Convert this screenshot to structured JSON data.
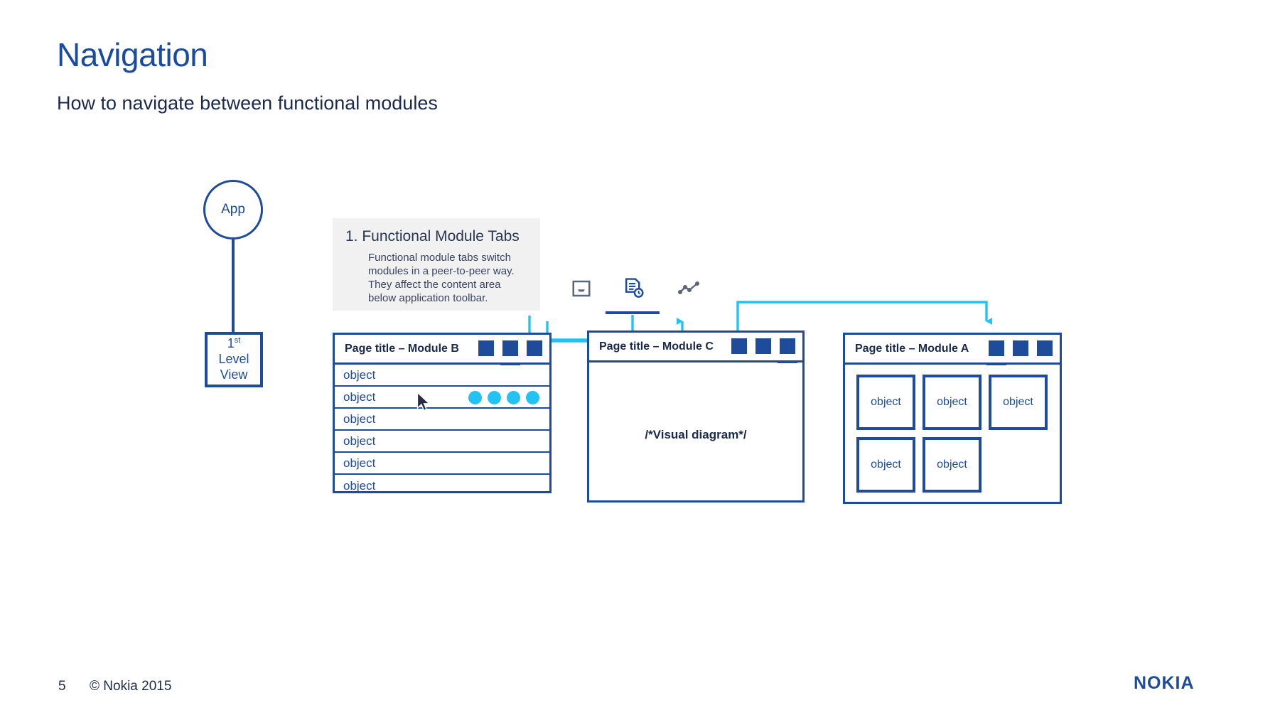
{
  "slide": {
    "title": "Navigation",
    "subtitle": "How to navigate between functional modules",
    "title_color": "#1a4ba0",
    "accent_color": "#1f4b9b",
    "highlight_color": "#22c3f3"
  },
  "hierarchy": {
    "app_node_label": "App",
    "level_box": {
      "ordinal": "1",
      "ordinal_suffix": "st",
      "line2": "Level",
      "line3": "View"
    }
  },
  "callout": {
    "title": "1. Functional Module Tabs",
    "body": "Functional module tabs switch modules in a peer-to-peer way. They affect the content area below application toolbar."
  },
  "toolbar": {
    "tabs": [
      {
        "icon": "inbox-tray-icon",
        "selected": false,
        "color": "#5c6579"
      },
      {
        "icon": "document-clock-icon",
        "selected": true,
        "color": "#1f4b9b"
      },
      {
        "icon": "trend-line-icon",
        "selected": false,
        "color": "#5c6579"
      }
    ]
  },
  "windows": [
    {
      "id": "module-b",
      "title": "Page title – Module B",
      "selected_square_index": 1,
      "square_count": 3,
      "layout": "list",
      "rows": [
        {
          "label": "object",
          "dots": 0
        },
        {
          "label": "object",
          "dots": 4
        },
        {
          "label": "object",
          "dots": 0
        },
        {
          "label": "object",
          "dots": 0
        },
        {
          "label": "object",
          "dots": 0
        },
        {
          "label": "object",
          "dots": 0
        }
      ]
    },
    {
      "id": "module-c",
      "title": "Page title – Module C",
      "selected_square_index": 2,
      "square_count": 3,
      "layout": "canvas",
      "caption": "/*Visual diagram*/"
    },
    {
      "id": "module-a",
      "title": "Page title – Module A",
      "selected_square_index": 0,
      "square_count": 3,
      "layout": "cards",
      "cards": [
        "object",
        "object",
        "object",
        "object",
        "object"
      ]
    }
  ],
  "footer": {
    "page_number": "5",
    "copyright": "© Nokia 2015",
    "logo_text": "NOKIA"
  }
}
